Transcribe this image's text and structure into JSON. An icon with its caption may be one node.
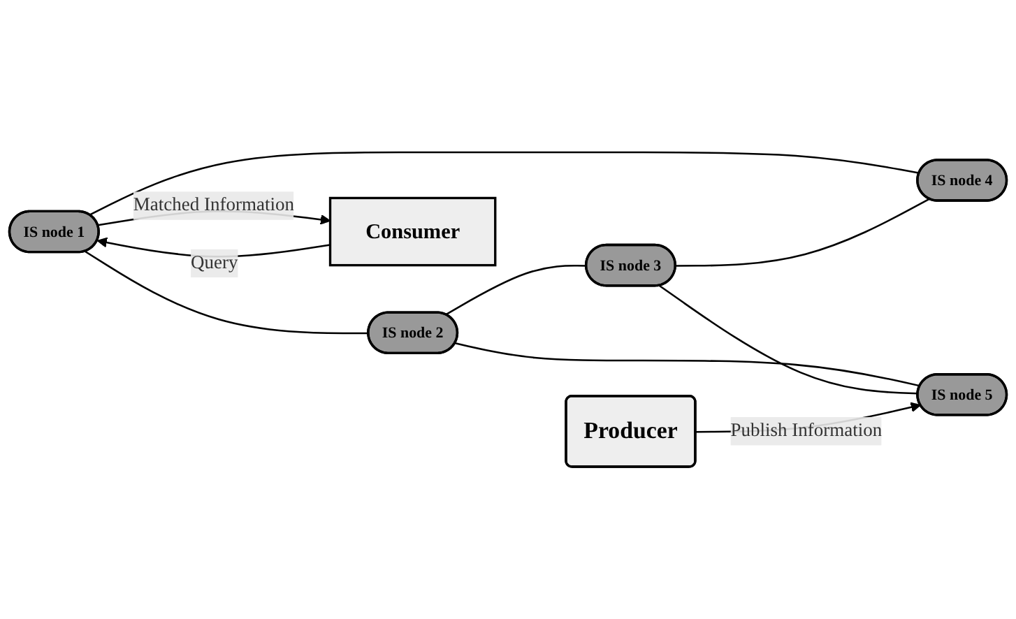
{
  "diagram": {
    "nodes": [
      {
        "text": [
          "IS node 1"
        ]
      },
      {
        "text": [
          "IS node 2"
        ]
      },
      {
        "text": [
          "Consumer"
        ]
      },
      {
        "text": [
          "IS node 3"
        ]
      },
      {
        "text": [
          "IS node 4"
        ]
      },
      {
        "text": [
          "IS node 5"
        ]
      },
      {
        "text": [
          "Producer"
        ]
      }
    ],
    "edges": [
      {
        "from": 2,
        "to": 0,
        "arrow": "to",
        "label": "Query"
      },
      {
        "from": 0,
        "to": 2,
        "arrow": "to",
        "label": "Matched Information"
      },
      {
        "from": 0,
        "to": 1,
        "arrow": "none"
      },
      {
        "from": 0,
        "to": 4,
        "arrow": "none"
      },
      {
        "from": 1,
        "to": 3,
        "arrow": "none"
      },
      {
        "from": 1,
        "to": 5,
        "arrow": "none"
      },
      {
        "from": 3,
        "to": 4,
        "arrow": "none"
      },
      {
        "from": 3,
        "to": 5,
        "arrow": "none"
      },
      {
        "from": 6,
        "to": 5,
        "arrow": "to",
        "label": "Publish Information"
      }
    ]
  }
}
